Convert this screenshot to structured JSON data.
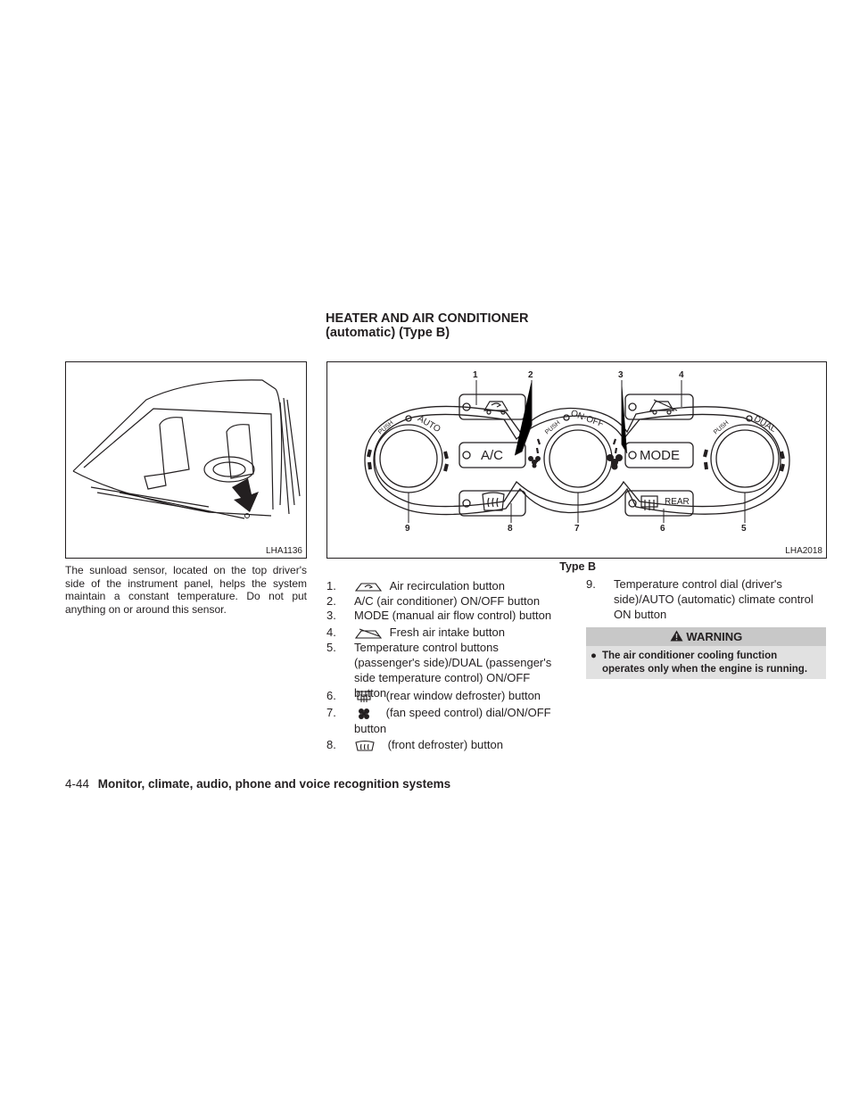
{
  "section": {
    "title": "HEATER AND AIR CONDITIONER",
    "subtitle": "(automatic) (Type B)"
  },
  "left_figure": {
    "code": "LHA1136",
    "caption": "The sunload sensor, located on the top driver's side of the instrument panel, helps the system maintain a constant temperature. Do not put anything on or around this sensor."
  },
  "main_figure": {
    "code": "LHA2018",
    "caption": "Type B",
    "callouts_top": [
      "1",
      "2",
      "3",
      "4"
    ],
    "callouts_bottom": [
      "9",
      "8",
      "7",
      "6",
      "5"
    ],
    "panel": {
      "ac_label": "A/C",
      "mode_label": "MODE",
      "rear_label": "REAR",
      "dial_left_labels": [
        "PUSH",
        "AUTO"
      ],
      "dial_center_labels": [
        "PUSH",
        "ON·OFF"
      ],
      "dial_right_labels": [
        "PUSH",
        "DUAL"
      ]
    }
  },
  "items": [
    {
      "num": "1.",
      "text": "Air recirculation button",
      "icon": "recirculation-icon"
    },
    {
      "num": "2.",
      "text": "A/C (air conditioner) ON/OFF button"
    },
    {
      "num": "3.",
      "text": "MODE (manual air flow control) button"
    },
    {
      "num": "4.",
      "text": "Fresh air intake button",
      "icon": "fresh-air-icon"
    },
    {
      "num": "5.",
      "text": "Temperature control buttons (passenger's side)/DUAL (passenger's side temperature control) ON/OFF button"
    },
    {
      "num": "6.",
      "text": "(rear window defroster) button",
      "icon": "rear-defroster-icon"
    },
    {
      "num": "7.",
      "text": "(fan speed control) dial/ON/OFF button",
      "icon": "fan-icon"
    },
    {
      "num": "8.",
      "text": "(front defroster) button",
      "icon": "front-defroster-icon"
    },
    {
      "num": "9.",
      "text": "Temperature control dial (driver's side)/AUTO (automatic) climate control ON button"
    }
  ],
  "warning": {
    "title": "WARNING",
    "text": "The air conditioner cooling function operates only when the engine is running."
  },
  "footer": {
    "page": "4-44",
    "chapter": "Monitor, climate, audio, phone and voice recognition systems"
  }
}
